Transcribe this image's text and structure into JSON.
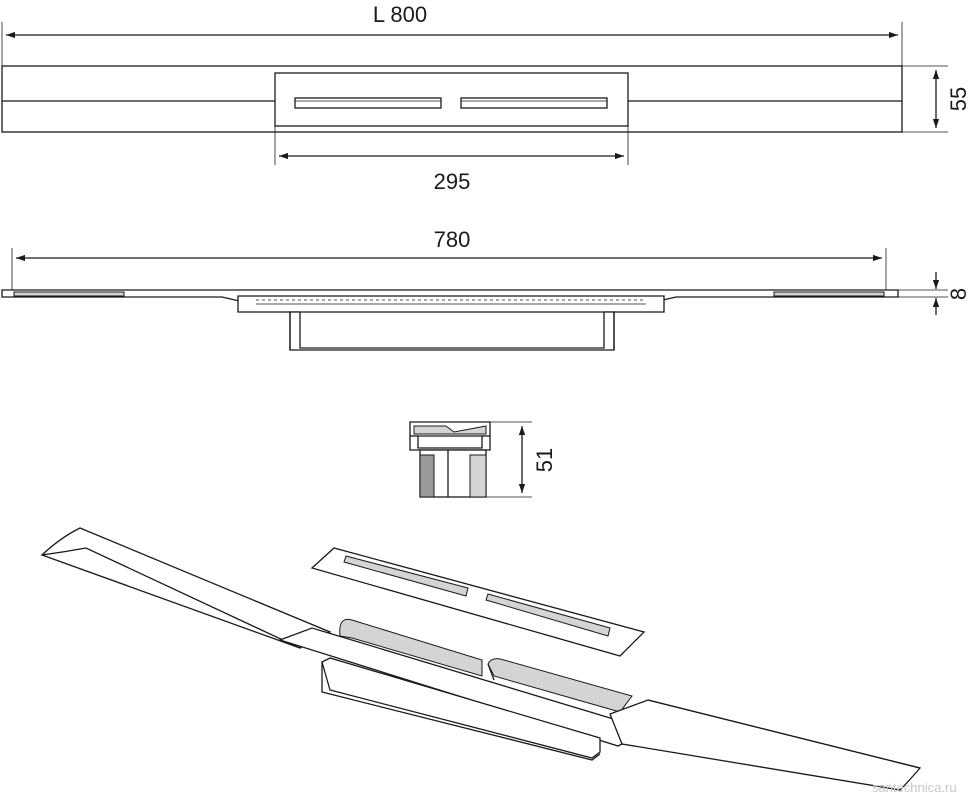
{
  "dimensions": {
    "top_length": "L  800",
    "top_grate_length": "295",
    "top_height": "55",
    "side_length": "780",
    "side_thickness": "8",
    "section_height": "51"
  },
  "watermark": "santechnica.ru"
}
